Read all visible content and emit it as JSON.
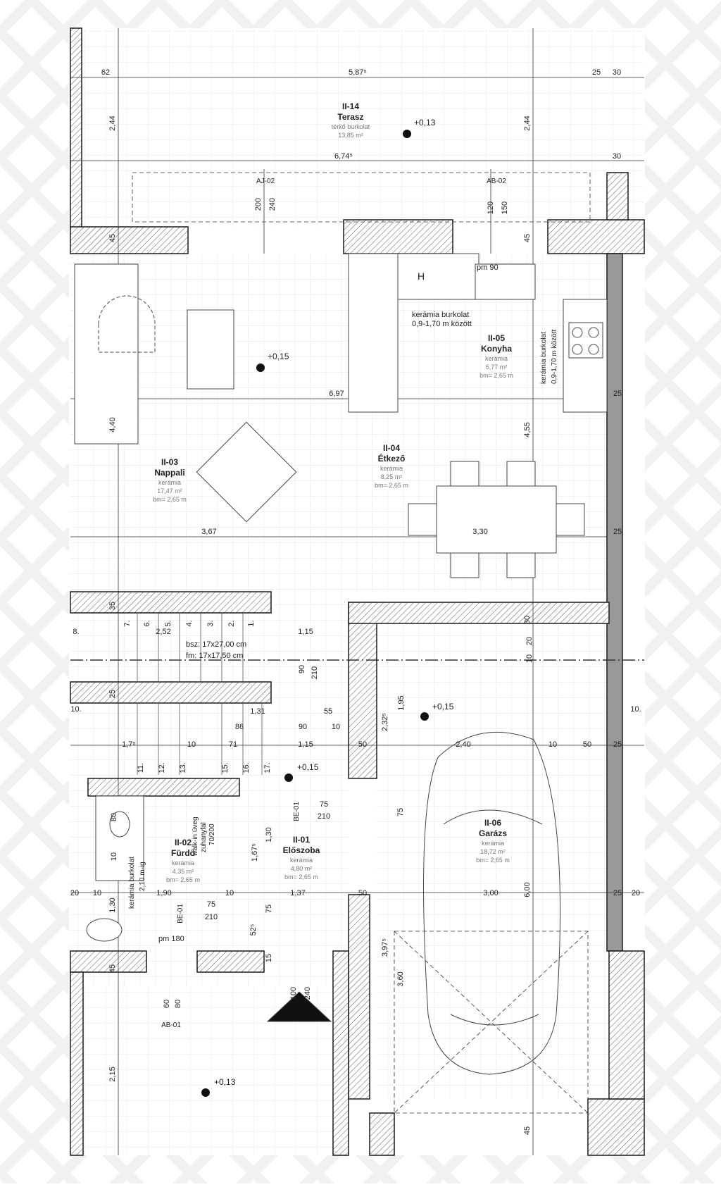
{
  "rooms": [
    {
      "id": "II-14",
      "name": "Terasz",
      "floor": "térkő burkolat",
      "area": "13,85 m²",
      "height": ""
    },
    {
      "id": "II-05",
      "name": "Konyha",
      "floor": "kerámia",
      "area": "6,77 m²",
      "height": "bm= 2,65 m"
    },
    {
      "id": "II-04",
      "name": "Étkező",
      "floor": "kerámia",
      "area": "8,25 m²",
      "height": "bm= 2,65 m"
    },
    {
      "id": "II-03",
      "name": "Nappali",
      "floor": "kerámia",
      "area": "17,47 m²",
      "height": "bm= 2,65 m"
    },
    {
      "id": "II-02",
      "name": "Fürdő",
      "floor": "kerámia",
      "area": "4,35 m²",
      "height": "bm= 2,65 m"
    },
    {
      "id": "II-01",
      "name": "Előszoba",
      "floor": "kerámia",
      "area": "4,80 m²",
      "height": "bm= 2,65 m"
    },
    {
      "id": "II-06",
      "name": "Garázs",
      "floor": "kerámia",
      "area": "18,72 m²",
      "height": "bm= 2,65 m"
    }
  ],
  "levels": [
    "+0,13",
    "+0,15",
    "+0,15",
    "+0,15",
    "+0,13"
  ],
  "door_tags": [
    "AJ-02",
    "AB-02",
    "BE-01",
    "BE-01",
    "AB-01"
  ],
  "notes": {
    "kitchen_wall": "kerámia burkolat",
    "kitchen_wall_2": "0,9-1,70 m között",
    "kitchen_side": "kerámia burkolat",
    "kitchen_side_2": "0,9-1,70 m között",
    "bath_tile": "kerámia burkolat",
    "bath_tile_2": "2,10 m-ig",
    "shower_1": "walk-in üveg",
    "shower_2": "zuhanyfal",
    "shower_3": "70/200",
    "stair_1": "bsz: 17x27,00 cm",
    "stair_2": "fm: 17x17,50 cm",
    "pm90": "pm 90",
    "pm180": "pm 180",
    "fridge": "H"
  },
  "dimensions": {
    "d62": "62",
    "d587": "5,87⁵",
    "d25a": "25",
    "d30a": "30",
    "d244a": "2,44",
    "d244b": "2,44",
    "d674": "6,74⁵",
    "d30b": "30",
    "d200": "200",
    "d240a": "240",
    "d120": "120",
    "d150": "150",
    "d45a": "45",
    "d45b": "45",
    "d697": "6,97",
    "d440": "4,40",
    "d455": "4,55",
    "d25b": "25",
    "d367": "3,67",
    "d330": "3,30",
    "d25c": "25",
    "d252": "2,52",
    "d115a": "1,15",
    "d90a": "90",
    "d210a": "210",
    "d131": "1,31",
    "d55": "55",
    "d86": "86",
    "d90b": "90",
    "d10a": "10",
    "d115b": "1,15",
    "d71": "71",
    "d10b": "10",
    "d17": "1,7⁵",
    "d50a": "50",
    "d240b": "2,40",
    "d10c": "10",
    "d50b": "50",
    "d25d": "25",
    "d232": "2,32⁵",
    "d195": "1,95",
    "d75a": "75",
    "d210b": "210",
    "d75b": "75",
    "d130a": "1,30",
    "d167": "1,67⁵",
    "d80": "80",
    "d10d": "10",
    "d20a": "20",
    "d10e": "10",
    "d190": "1,90",
    "d10f": "10",
    "d137": "1,37",
    "d50c": "50",
    "d300": "3,00",
    "d600": "6,00",
    "d25e": "25",
    "d20b": "20",
    "d130b": "1,30",
    "d75c": "75",
    "d210c": "210",
    "d75d": "75",
    "d52": "52⁵",
    "d15": "15",
    "d397": "3,97⁵",
    "d360": "3,60",
    "d45c": "45",
    "d60": "60",
    "d80b": "80",
    "d100": "100",
    "d240c": "240",
    "d215": "2,15",
    "d45d": "45",
    "d20c": "20",
    "d10g": "10",
    "d35": "35",
    "d25f": "25",
    "d30c": "30"
  },
  "stair_steps": [
    "7.",
    "6.",
    "5.",
    "4.",
    "3.",
    "2.",
    "1.",
    "8.",
    "10.",
    "11.",
    "12.",
    "13.",
    "15.",
    "16.",
    "17.",
    "10."
  ],
  "colors": {
    "line": "#1a1a1a",
    "hatch": "#555555",
    "grid": "#dcdcdc",
    "bg_pattern": "#f1f1f1"
  }
}
